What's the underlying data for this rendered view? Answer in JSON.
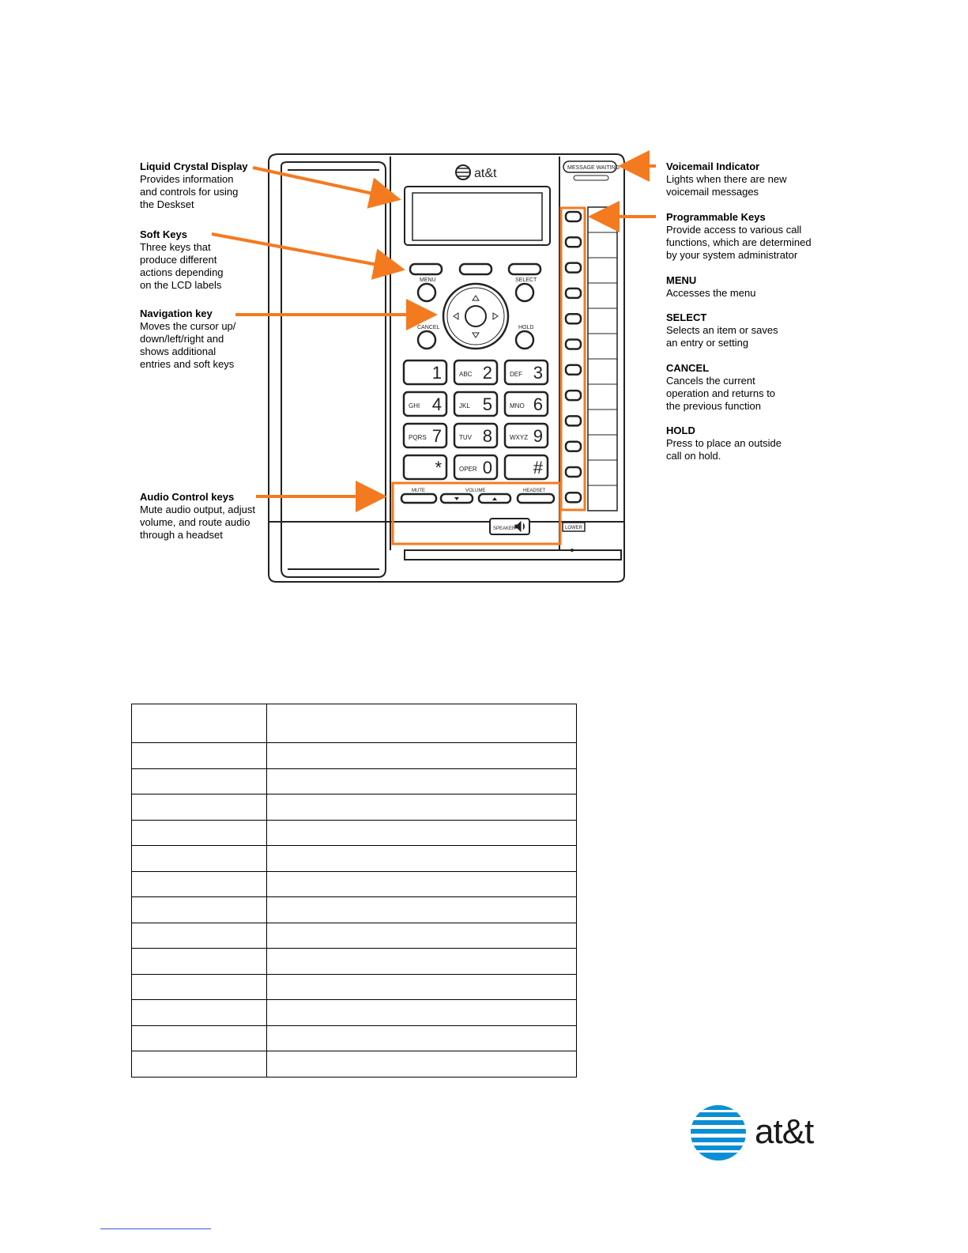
{
  "phone": {
    "brand_label": "at&t",
    "message_waiting_label": "MESSAGE WAITING",
    "lower_label": "LOWER",
    "speaker_label": "SPEAKER",
    "menu_label": "MENU",
    "select_label": "SELECT",
    "cancel_label": "CANCEL",
    "hold_label": "HOLD",
    "mute_label": "MUTE",
    "volume_label": "VOLUME",
    "headset_label": "HEADSET",
    "keys": [
      {
        "digit": "1",
        "letters": ""
      },
      {
        "digit": "2",
        "letters": "ABC"
      },
      {
        "digit": "3",
        "letters": "DEF"
      },
      {
        "digit": "4",
        "letters": "GHI"
      },
      {
        "digit": "5",
        "letters": "JKL"
      },
      {
        "digit": "6",
        "letters": "MNO"
      },
      {
        "digit": "7",
        "letters": "PQRS"
      },
      {
        "digit": "8",
        "letters": "TUV"
      },
      {
        "digit": "9",
        "letters": "WXYZ"
      },
      {
        "digit": "*",
        "letters": ""
      },
      {
        "digit": "0",
        "letters": "OPER"
      },
      {
        "digit": "#",
        "letters": ""
      }
    ]
  },
  "callouts": {
    "lcd": {
      "title": "Liquid Crystal Display",
      "desc": "Provides information\nand controls for using\nthe Deskset"
    },
    "soft_keys": {
      "title": "Soft Keys",
      "desc": "Three keys that\nproduce different\nactions depending\non the LCD labels"
    },
    "nav_key": {
      "title": "Navigation key",
      "desc": "Moves the cursor up/\ndown/left/right and\nshows additional\nentries and soft keys"
    },
    "audio": {
      "title": "Audio Control keys",
      "desc": "Mute audio output, adjust\nvolume, and route audio\nthrough a headset"
    },
    "voicemail": {
      "title": "Voicemail Indicator",
      "desc": "Lights when there are new\nvoicemail messages"
    },
    "programmable": {
      "title": "Programmable Keys",
      "desc": "Provide access to various call\nfunctions, which are determined\nby your system administrator"
    },
    "menu": {
      "title": "MENU",
      "desc": "Accesses the menu"
    },
    "select": {
      "title": "SELECT",
      "desc": "Selects an item or saves\nan entry or setting"
    },
    "cancel": {
      "title": "CANCEL",
      "desc": "Cancels the current\noperation and returns to\nthe previous function"
    },
    "hold": {
      "title": "HOLD",
      "desc": "Press to place an outside\ncall on hold."
    }
  },
  "table": {
    "rows": [
      [
        "",
        ""
      ],
      [
        "",
        ""
      ],
      [
        "",
        ""
      ],
      [
        "",
        ""
      ],
      [
        "",
        ""
      ],
      [
        "",
        ""
      ],
      [
        "",
        ""
      ],
      [
        "",
        ""
      ],
      [
        "",
        ""
      ],
      [
        "",
        ""
      ],
      [
        "",
        ""
      ],
      [
        "",
        ""
      ],
      [
        "",
        ""
      ],
      [
        "",
        ""
      ]
    ]
  },
  "logo": {
    "word": "at&t",
    "accent": "#0a8fd6"
  },
  "colors": {
    "callout_orange": "#f47a20"
  }
}
